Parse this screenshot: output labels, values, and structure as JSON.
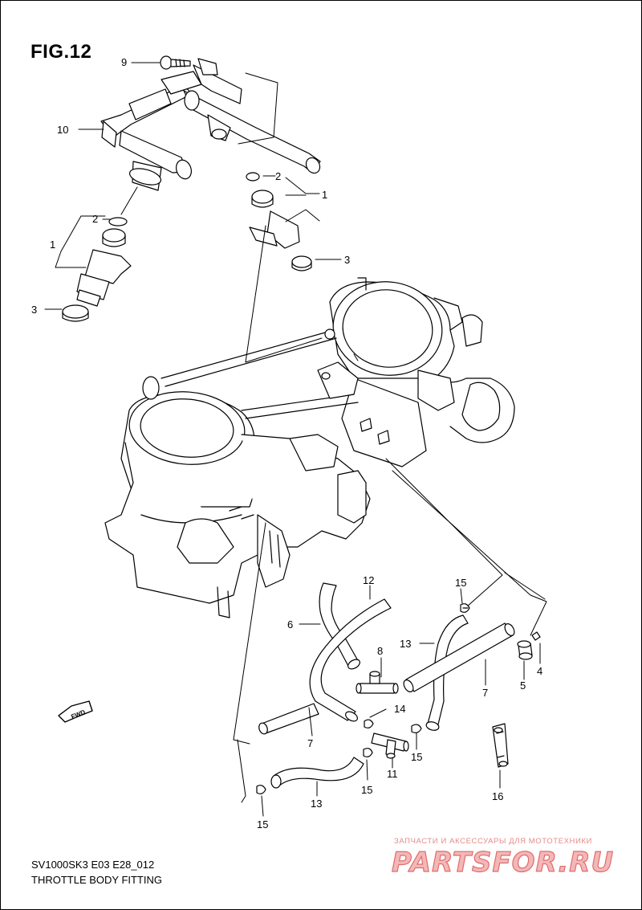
{
  "figure": {
    "title": "FIG.12"
  },
  "callouts": {
    "c1a": "1",
    "c1b": "1",
    "c2a": "2",
    "c2b": "2",
    "c3a": "3",
    "c3b": "3",
    "c4": "4",
    "c5": "5",
    "c6": "6",
    "c7a": "7",
    "c7b": "7",
    "c8": "8",
    "c9": "9",
    "c10": "10",
    "c11": "11",
    "c12": "12",
    "c13a": "13",
    "c13b": "13",
    "c14": "14",
    "c15a": "15",
    "c15b": "15",
    "c15c": "15",
    "c15d": "15",
    "c16": "16"
  },
  "fwd_label": "FWD",
  "footer": {
    "model_code": "SV1000SK3 E03 E28_012",
    "section_name": "THROTTLE BODY FITTING"
  },
  "watermark": {
    "subtitle": "ЗАПЧАСТИ И АКСЕССУАРЫ ДЛЯ МОТОТЕХНИКИ",
    "logo": "PARTSFOR.RU"
  },
  "colors": {
    "line": "#000000",
    "background": "#ffffff",
    "watermark": "#e36b6b"
  }
}
